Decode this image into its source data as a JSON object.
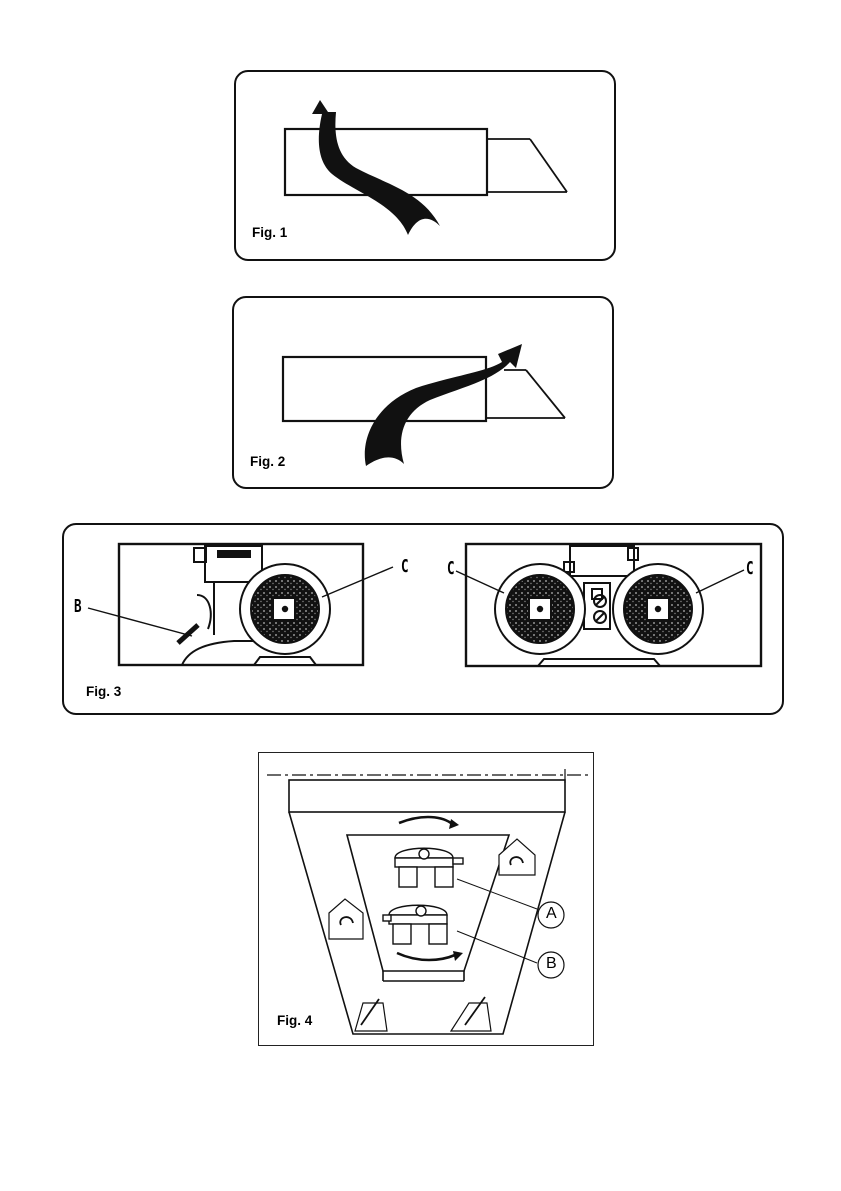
{
  "figures": {
    "fig1": {
      "label": "Fig. 1"
    },
    "fig2": {
      "label": "Fig. 2"
    },
    "fig3": {
      "label": "Fig. 3",
      "callouts": {
        "b": "B",
        "c_left_unit": "C",
        "c_twin_left": "C",
        "c_twin_right": "C"
      }
    },
    "fig4": {
      "label": "Fig. 4",
      "callouts": {
        "a": "A",
        "b": "B"
      }
    }
  }
}
